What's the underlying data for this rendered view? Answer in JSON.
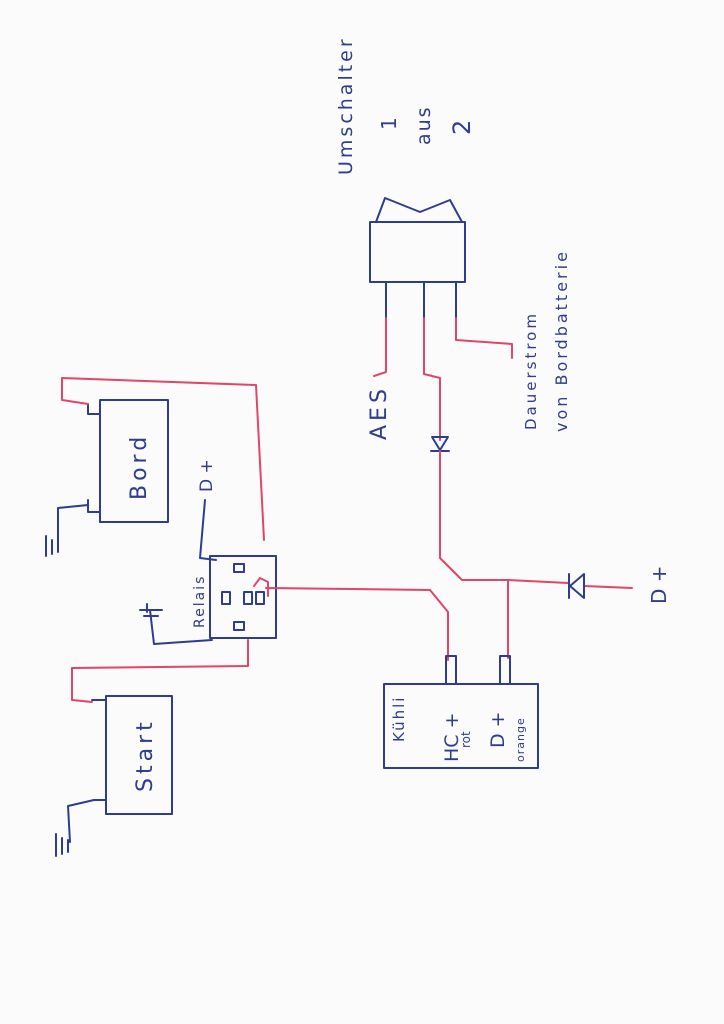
{
  "switch": {
    "title": "Umschalter",
    "pos1": "1",
    "pos_word": "aus",
    "pos2": "2"
  },
  "labels": {
    "aes": "AES",
    "dauerstrom_line1": "Dauerstrom",
    "dauerstrom_line2": "von Bordbatterie",
    "dplus_right": "D +",
    "dplus_top": "D +",
    "relais": "Relais"
  },
  "batteries": {
    "bord": "Bord",
    "start": "Start"
  },
  "fridge": {
    "title": "Kühli",
    "hc": "HC +",
    "hc_color": "rot",
    "d": "D +",
    "d_color": "orange"
  },
  "colors": {
    "ink_blue": "#2e3d8f",
    "ink_red": "#e0456a",
    "paper": "#fbfbfb"
  }
}
